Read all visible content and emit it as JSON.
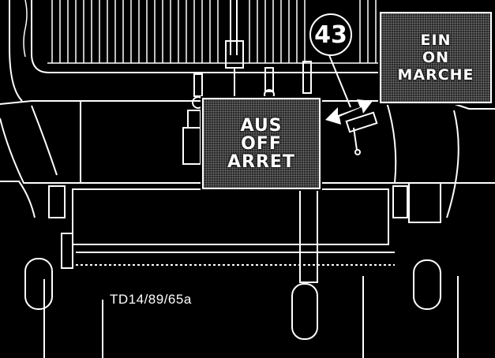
{
  "off_sign": {
    "line1": "AUS",
    "line2": "OFF",
    "line3": "ARRET"
  },
  "on_sign": {
    "line1": "EIN",
    "line2": "ON",
    "line3": "MARCHE"
  },
  "callout": {
    "number": "43"
  },
  "reference_code": "TD14/89/65a",
  "icons": {
    "toggle_arrow": "double-arrow-icon",
    "switch_lever": "switch-lever-icon"
  },
  "colors": {
    "background": "#000000",
    "line_art": "#ffffff"
  }
}
